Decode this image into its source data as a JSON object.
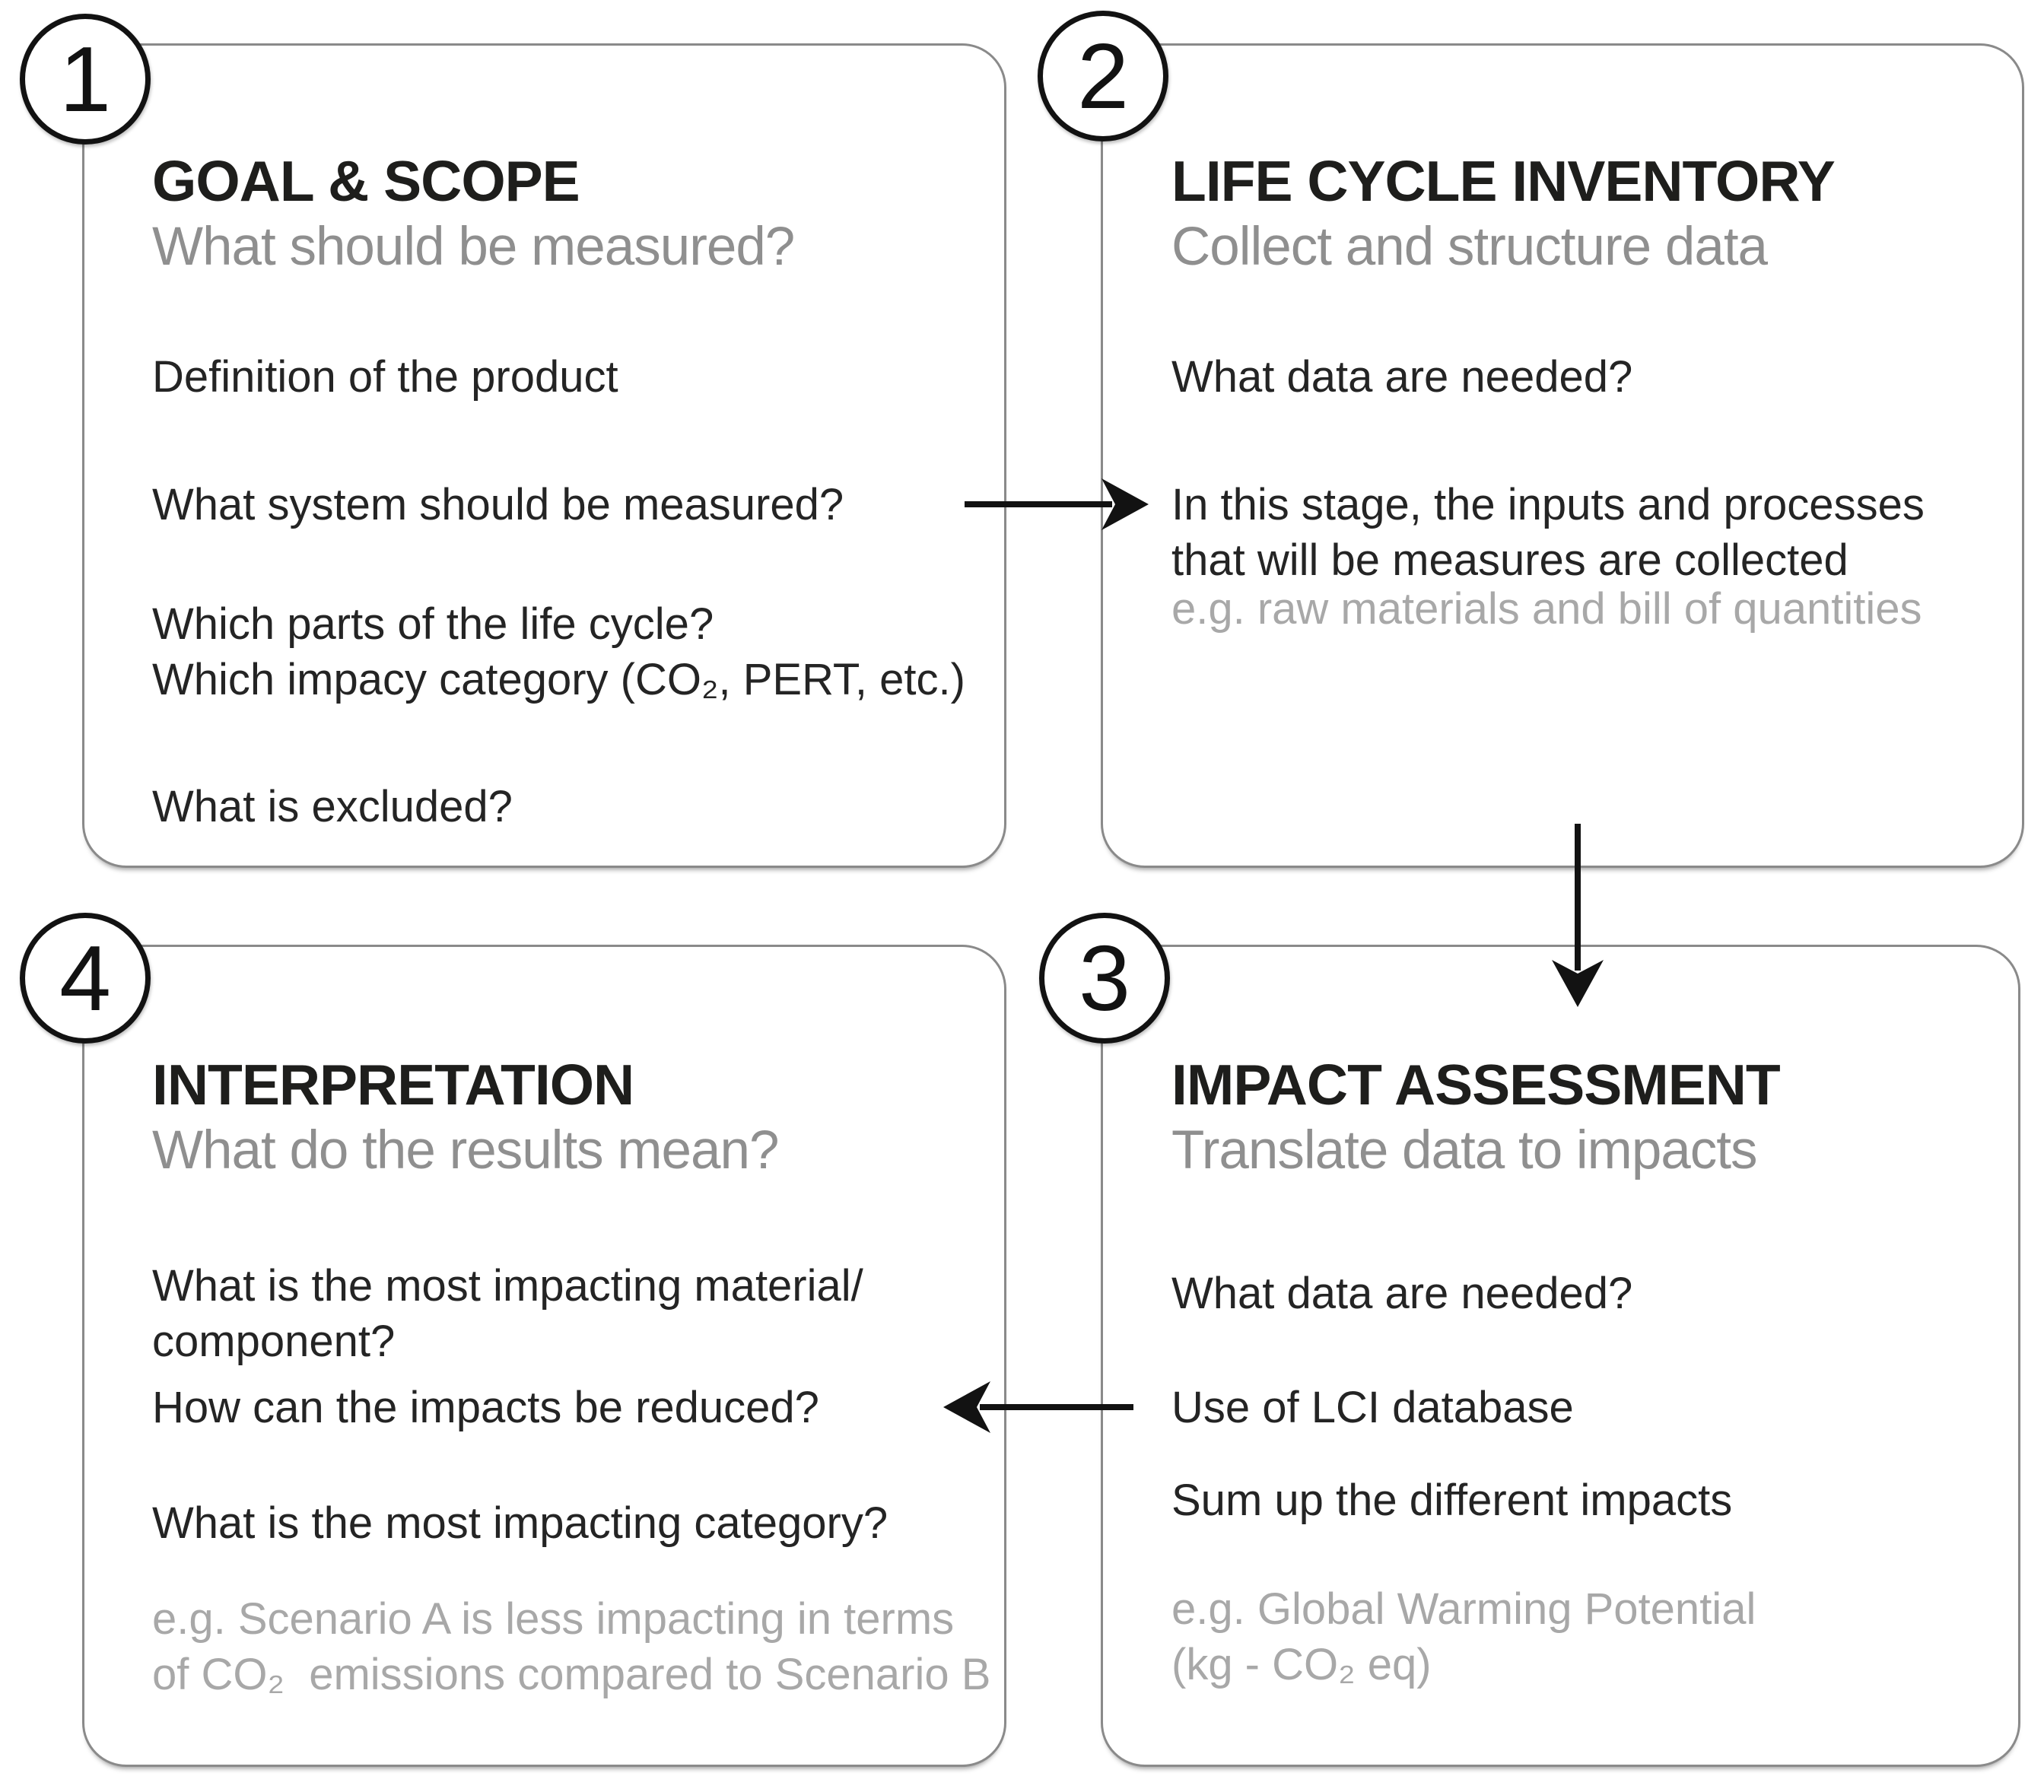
{
  "diagram": {
    "type": "process-flow",
    "topic": "Life Cycle Assessment stages"
  },
  "colors": {
    "title_text": "#1e1e1c",
    "body_text": "#242424",
    "subtitle_gray": "#8f8f8f",
    "example_gray": "#a8a8a8",
    "box_border": "#8a8a8a",
    "arrow": "#121212",
    "background": "#ffffff"
  },
  "quadrants": [
    {
      "number": "1",
      "title": "GOAL & SCOPE",
      "subtitle": "What should be measured?",
      "items": [
        {
          "text": "Definition of the product",
          "muted": false
        },
        {
          "text": "What system should be measured?",
          "muted": false
        },
        {
          "text": "Which parts of the life cycle?\nWhich impacy category (CO₂, PERT, etc.)",
          "muted": false
        },
        {
          "text": "What is excluded?",
          "muted": false
        }
      ]
    },
    {
      "number": "2",
      "title": "LIFE CYCLE INVENTORY",
      "subtitle": "Collect and structure data",
      "items": [
        {
          "text": "What data are needed?",
          "muted": false
        },
        {
          "text": "In this stage, the inputs and processes\nthat will be measures are collected",
          "muted": false
        },
        {
          "text": "e.g. raw materials and bill of quantities",
          "muted": true
        }
      ]
    },
    {
      "number": "3",
      "title": "IMPACT ASSESSMENT",
      "subtitle": "Translate data to impacts",
      "items": [
        {
          "text": "What data are needed?",
          "muted": false
        },
        {
          "text": "Use of LCI database",
          "muted": false
        },
        {
          "text": "Sum up the different impacts",
          "muted": false
        },
        {
          "text": "e.g. Global Warming Potential\n(kg - CO₂ eq)",
          "muted": true
        }
      ]
    },
    {
      "number": "4",
      "title": "INTERPRETATION",
      "subtitle": "What do the results mean?",
      "items": [
        {
          "text": "What is the most impacting material/\ncomponent?",
          "muted": false
        },
        {
          "text": "How can the impacts be reduced?",
          "muted": false
        },
        {
          "text": "What is the most impacting category?",
          "muted": false
        },
        {
          "text": "e.g. Scenario A is less impacting in terms\nof CO₂  emissions compared to Scenario B",
          "muted": true
        }
      ]
    }
  ],
  "arrows": [
    {
      "name": "goal-to-inventory",
      "direction": "right",
      "from": "GOAL & SCOPE",
      "to": "LIFE CYCLE INVENTORY"
    },
    {
      "name": "inventory-to-impact",
      "direction": "down",
      "from": "LIFE CYCLE INVENTORY",
      "to": "IMPACT ASSESSMENT"
    },
    {
      "name": "impact-to-interpretation",
      "direction": "left",
      "from": "IMPACT ASSESSMENT",
      "to": "INTERPRETATION"
    }
  ]
}
